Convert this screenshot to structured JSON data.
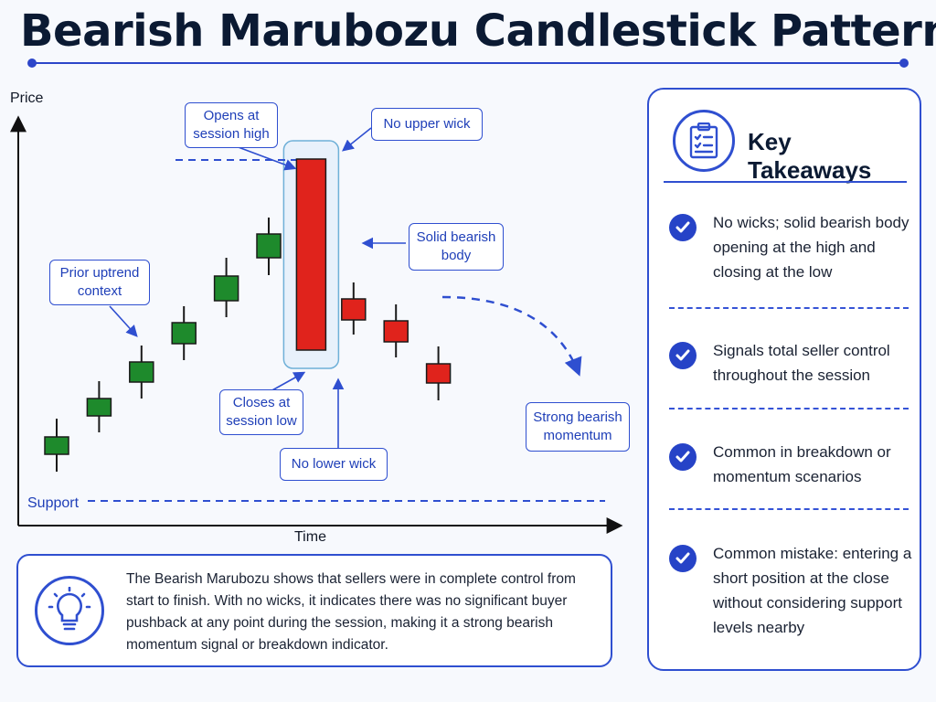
{
  "title": "Bearish Marubozu Candlestick Pattern",
  "axes": {
    "y_label": "Price",
    "x_label": "Time"
  },
  "support_label": "Support",
  "callouts": {
    "opens_high": "Opens at session high",
    "no_upper_wick": "No upper wick",
    "prior_uptrend": "Prior uptrend context",
    "solid_body": "Solid bearish body",
    "closes_low": "Closes at session low",
    "no_lower_wick": "No lower wick",
    "momentum": "Strong bearish momentum"
  },
  "colors": {
    "bullish": "#1e8a2c",
    "bearish": "#e0231c",
    "accent": "#2f4fd0",
    "highlight": "#e8f1fb"
  },
  "chart_data": {
    "type": "candlestick",
    "candles": [
      {
        "direction": "bullish",
        "open": 59,
        "close": 78,
        "high": 98,
        "low": 40
      },
      {
        "direction": "bullish",
        "open": 101,
        "close": 120,
        "high": 139,
        "low": 83
      },
      {
        "direction": "bullish",
        "open": 138,
        "close": 160,
        "high": 178,
        "low": 120
      },
      {
        "direction": "bullish",
        "open": 180,
        "close": 203,
        "high": 221,
        "low": 162
      },
      {
        "direction": "bullish",
        "open": 227,
        "close": 254,
        "high": 274,
        "low": 209
      },
      {
        "direction": "bullish",
        "open": 274,
        "close": 300,
        "high": 318,
        "low": 255
      },
      {
        "direction": "bearish",
        "open": 382,
        "close": 173,
        "high": 382,
        "low": 173
      },
      {
        "direction": "bearish",
        "open": 229,
        "close": 206,
        "high": 247,
        "low": 190
      },
      {
        "direction": "bearish",
        "open": 205,
        "close": 182,
        "high": 223,
        "low": 165
      },
      {
        "direction": "bearish",
        "open": 158,
        "close": 137,
        "high": 177,
        "low": 118
      }
    ],
    "marubozu_index": 6,
    "support_level": 8,
    "session_high_level": 381
  },
  "note": "The Bearish Marubozu shows that sellers were in complete control from start to finish. With no wicks, it indicates there was no significant buyer pushback at any point during the session, making it a strong bearish momentum signal or breakdown indicator.",
  "takeaways": {
    "title": "Key Takeaways",
    "icon": "clipboard-checklist-icon",
    "items": [
      "No wicks; solid bearish body opening at the high and closing at the low",
      "Signals total seller control throughout the session",
      "Common in breakdown or momentum scenarios",
      "Common mistake: entering a short position at the close without considering support levels nearby"
    ]
  }
}
